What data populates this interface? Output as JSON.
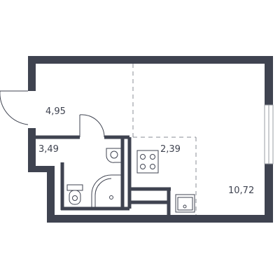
{
  "floorplan": {
    "rooms": [
      {
        "id": "hall",
        "area": "4,95"
      },
      {
        "id": "bathroom",
        "area": "3,49"
      },
      {
        "id": "kitchen",
        "area": "2,39"
      },
      {
        "id": "living",
        "area": "10,72"
      }
    ],
    "colors": {
      "wall": "#3f4350",
      "thin_line": "#8a8d96",
      "window_frame": "#9a9ca3",
      "background": "#ffffff"
    },
    "icons": [
      "door-swing-icon",
      "sink-icon",
      "toilet-icon",
      "shower-icon",
      "stove-icon",
      "kitchen-sink-icon",
      "window-icon"
    ]
  }
}
